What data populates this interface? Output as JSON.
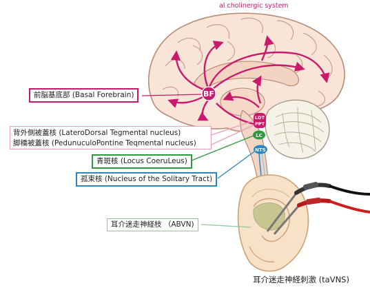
{
  "diagram": {
    "top_title": "al cholinergic system",
    "caption": "耳介迷走神経刺激 (taVNS)",
    "colors": {
      "cholinergic": "#c8196b",
      "locus_coeruleus": "#2e9a3c",
      "solitary": "#2a86c2",
      "pink_outline": "#e8a0bd",
      "abvn": "#8fc79a"
    },
    "nodes": {
      "bf": "BF",
      "ldt": "LDT",
      "ppt": "PPT",
      "lc": "LC",
      "nts": "NTS"
    },
    "labels": {
      "basal_forebrain": "前脳基底部 (Basal Forebrain)",
      "ldt": "背外側被蓋核 (LateroDorsal Tegmental nucleus)",
      "ppt": "脚橋被蓋核 (PedunuculoPontine Teqmental nucleus)",
      "lc": "青斑核 (Locus CoeruLeus)",
      "nts": "孤束核 (Nucleus of the Solitary Tract)",
      "abvn": "耳介迷走神経枝 （ABVN)"
    }
  }
}
